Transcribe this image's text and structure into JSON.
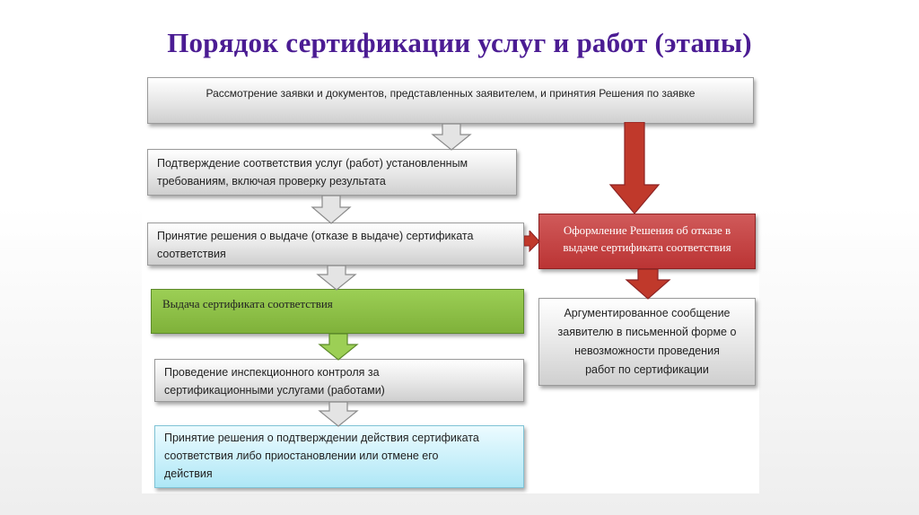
{
  "title": "Порядок сертификации услуг и работ (этапы)",
  "steps": {
    "s1": "Рассмотрение заявки и документов, представленных заявителем, и принятия Решения по заявке",
    "s2_line1": "Подтверждение соответствия услуг (работ) установленным",
    "s2_line2": "требованиям, включая проверку результата",
    "s3_line1": "Принятие решения о выдаче (отказе в выдаче) сертификата",
    "s3_line2": "соответствия",
    "s4": "Выдача сертификата соответствия",
    "s5_line1": "Проведение инспекционного контроля за",
    "s5_line2": "сертификационными услугами (работами)",
    "s6_line1": "Принятие решения о подтверждении действия сертификата",
    "s6_line2": "соответствия либо приостановлении или отмене его",
    "s6_line3": "действия"
  },
  "refusal": {
    "r1_line1": "Оформление Решения об отказе в",
    "r1_line2": "выдаче сертификата соответствия",
    "r2_line1": "Аргументированное сообщение",
    "r2_line2": "заявителю в письменной форме о",
    "r2_line3": "невозможности проведения",
    "r2_line4": "работ по сертификации"
  },
  "colors": {
    "title": "#4b1c93",
    "grey_box": "#dcdcdc",
    "green_box": "#8cc04a",
    "red_box": "#c0392b",
    "cyan_box": "#c8f0fa"
  }
}
